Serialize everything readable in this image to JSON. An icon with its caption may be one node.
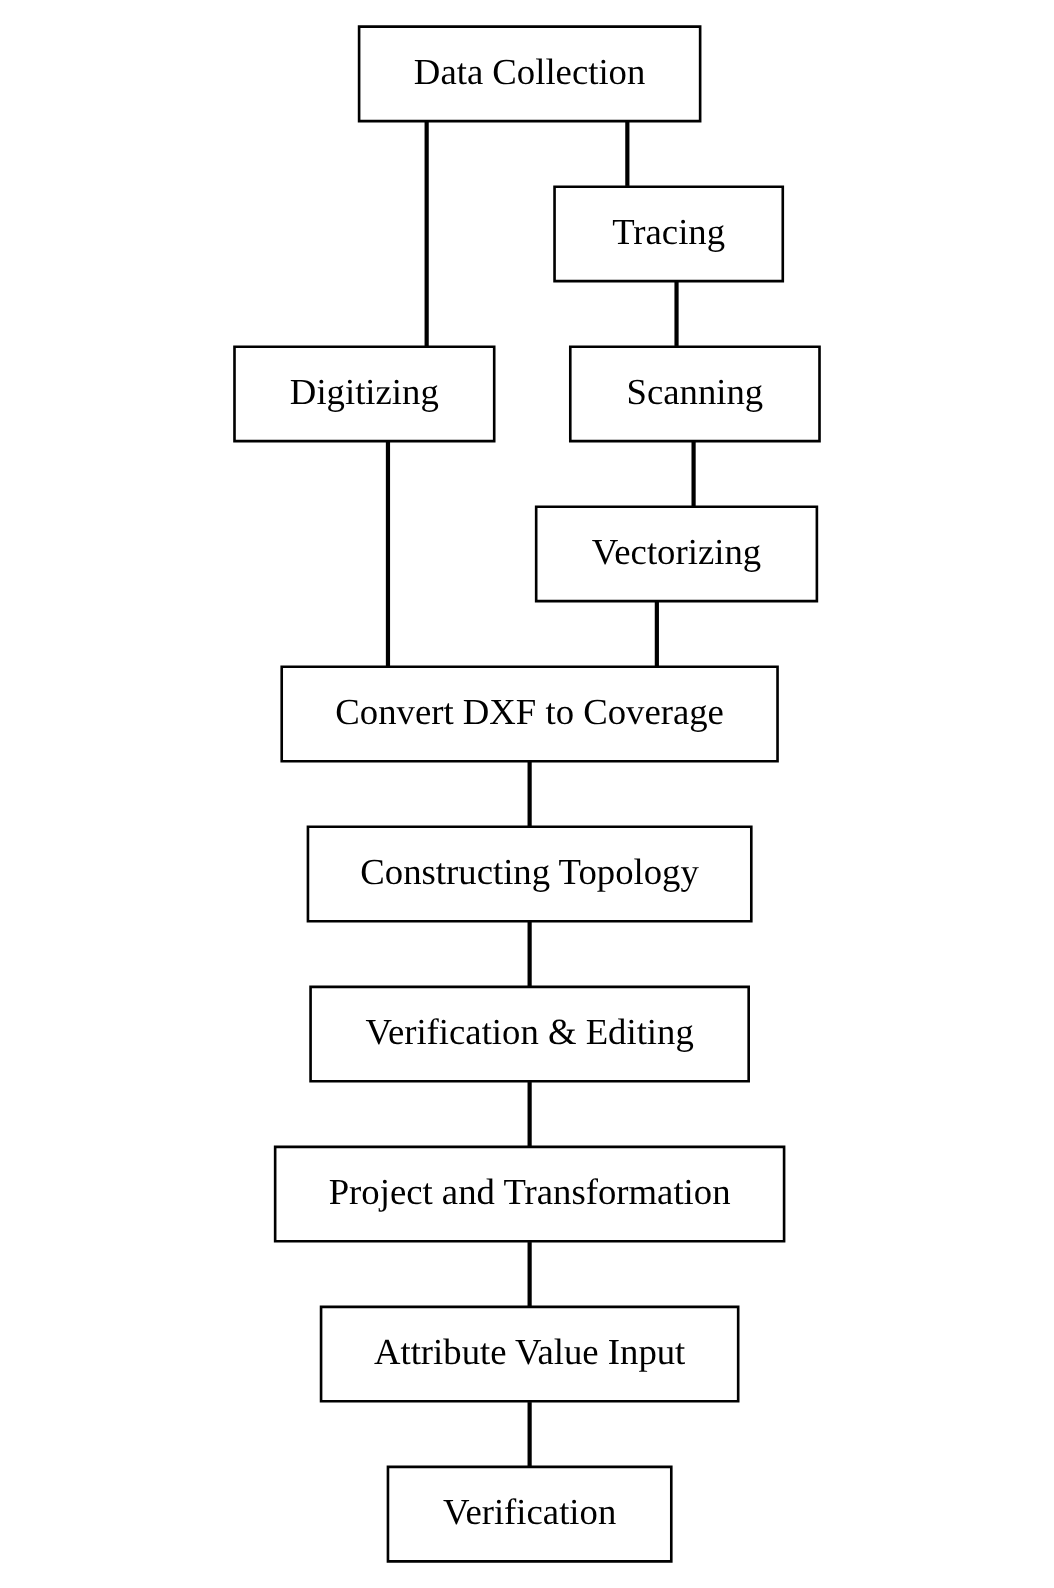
{
  "diagram": {
    "nodes": [
      {
        "text": [
          "Data Collection"
        ]
      },
      {
        "text": [
          "Digitizing"
        ]
      },
      {
        "text": [
          "Tracing"
        ]
      },
      {
        "text": [
          "Scanning"
        ]
      },
      {
        "text": [
          "Vectorizing"
        ]
      },
      {
        "text": [
          "Convert DXF to Coverage"
        ]
      },
      {
        "text": [
          "Constructing Topology"
        ]
      },
      {
        "text": [
          "Verification & Editing"
        ]
      },
      {
        "text": [
          "Project and Transformation"
        ]
      },
      {
        "text": [
          "Attribute Value Input"
        ]
      },
      {
        "text": [
          "Verification"
        ]
      }
    ],
    "edges": [
      {
        "from": 0,
        "to": 1,
        "arrow": "none"
      },
      {
        "from": 0,
        "to": 2,
        "arrow": "none"
      },
      {
        "from": 2,
        "to": 3,
        "arrow": "none"
      },
      {
        "from": 3,
        "to": 4,
        "arrow": "none"
      },
      {
        "from": 1,
        "to": 5,
        "arrow": "none"
      },
      {
        "from": 4,
        "to": 5,
        "arrow": "none"
      },
      {
        "from": 5,
        "to": 6,
        "arrow": "none"
      },
      {
        "from": 6,
        "to": 7,
        "arrow": "none"
      },
      {
        "from": 7,
        "to": 8,
        "arrow": "none"
      },
      {
        "from": 8,
        "to": 9,
        "arrow": "none"
      },
      {
        "from": 9,
        "to": 10,
        "arrow": "none"
      }
    ]
  }
}
